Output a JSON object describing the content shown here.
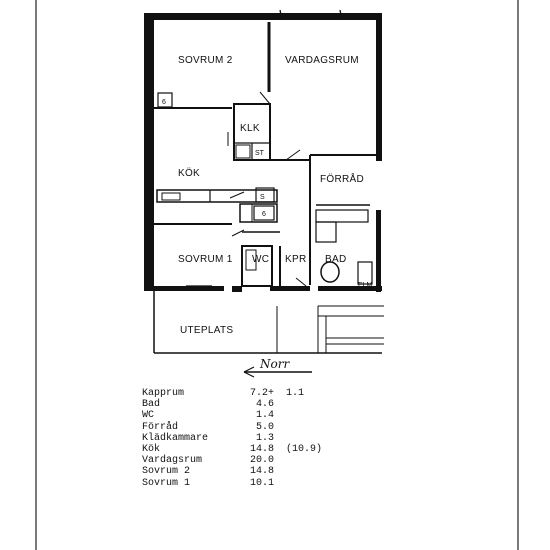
{
  "plan": {
    "rooms": {
      "sovrum2": "SOVRUM 2",
      "vardagsrum": "VARDAGSRUM",
      "klk": "KLK",
      "kok": "KÖK",
      "forrad": "FÖRRÅD",
      "sovrum1": "SOVRUM 1",
      "wc": "WC",
      "kpr": "KPR",
      "bad": "BAD",
      "uteplats": "UTEPLATS"
    },
    "fixtures": {
      "six_a": "6",
      "six_b": "6",
      "st": "ST",
      "s": "S",
      "el": "ELM"
    },
    "north": "Norr"
  },
  "areas": [
    {
      "name": "Kapprum",
      "value": "7.2+",
      "extra": "1.1"
    },
    {
      "name": "Bad",
      "value": "4.6",
      "extra": ""
    },
    {
      "name": "WC",
      "value": "1.4",
      "extra": ""
    },
    {
      "name": "Förråd",
      "value": "5.0",
      "extra": ""
    },
    {
      "name": "Klädkammare",
      "value": "1.3",
      "extra": ""
    },
    {
      "name": "Kök",
      "value": "14.8",
      "extra": "(10.9)"
    },
    {
      "name": "Vardagsrum",
      "value": "20.0",
      "extra": ""
    },
    {
      "name": "Sovrum  2",
      "value": "14.8",
      "extra": ""
    },
    {
      "name": "Sovrum  1",
      "value": "10.1",
      "extra": ""
    }
  ]
}
